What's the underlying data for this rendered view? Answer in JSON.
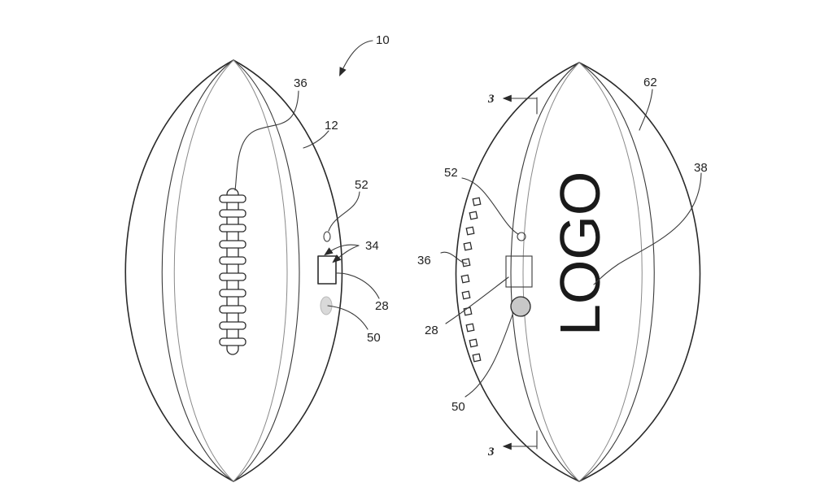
{
  "figure": {
    "reference_numerals": {
      "assembly": "10",
      "laces_left": "36",
      "body_panel": "12",
      "indicator_left": "52",
      "contacts": "34",
      "port_left": "28",
      "button_left": "50",
      "panel_right": "62",
      "logo_ref": "38",
      "indicator_right": "52",
      "laces_right": "36",
      "port_right": "28",
      "button_right": "50"
    },
    "section_markers": {
      "top": "3",
      "bottom": "3"
    },
    "logo_text": "LOGO",
    "colors": {
      "line": "#2a2a2a",
      "button_fill": "#c8c8c8",
      "button_light_fill": "#d9d9d9"
    }
  }
}
